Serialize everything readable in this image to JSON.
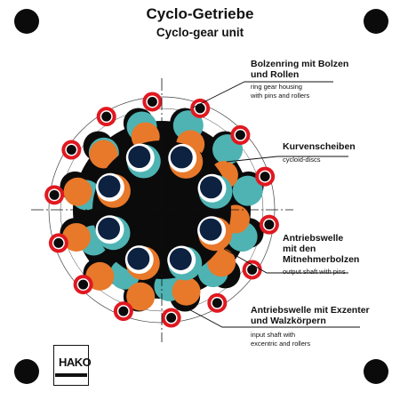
{
  "title": {
    "de": "Cyclo-Getriebe",
    "en": "Cyclo-gear unit"
  },
  "labels": [
    {
      "de_line1": "Bolzenring mit Bolzen",
      "de_line2": "und Rollen",
      "en_line1": "ring gear housing",
      "en_line2": "with pins and rollers"
    },
    {
      "de_line1": "Kurvenscheiben",
      "en_line1": "cycloid-discs"
    },
    {
      "de_line1": "Antriebswelle",
      "de_line2": "mit den",
      "de_line3": "Mitnehmerbolzen",
      "en_line1": "output shaft with pins"
    },
    {
      "de_line1": "Antriebswelle mit Exzenter",
      "de_line2": "und Walzkörpern",
      "en_line1": "input shaft with",
      "en_line2": "excentric and rollers"
    }
  ],
  "logo": {
    "text": "HAKO"
  },
  "colors": {
    "black": "#0b0b0b",
    "teal": "#4fb3b3",
    "orange": "#e8782a",
    "red": "#e01820",
    "navy": "#0d2140",
    "white": "#ffffff"
  },
  "icons": {
    "corner_dots": "filled-circle-icon",
    "logo": "hako-logo"
  }
}
